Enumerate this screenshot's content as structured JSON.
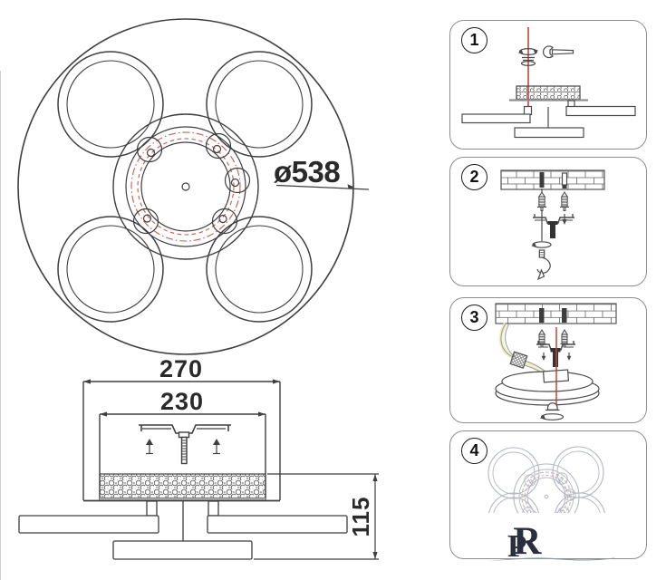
{
  "title": "ceiling-lamp installation drawing",
  "drawing": {
    "diameter_label": "ø538",
    "outer_width_label": "270",
    "inner_width_label": "230",
    "height_label": "115"
  },
  "steps": [
    {
      "number": "1"
    },
    {
      "number": "2"
    },
    {
      "number": "3"
    },
    {
      "number": "4"
    }
  ],
  "logo": {
    "letter_p": "P",
    "letter_r": "R"
  },
  "colors": {
    "line": "#3f3f3f",
    "accent_red": "#c2453a",
    "red_dashed": "#c75b4e",
    "panel_border": "#8d8d8d",
    "logo_navy": "#2a2f3e",
    "plate_gray": "#b9b9b9"
  }
}
